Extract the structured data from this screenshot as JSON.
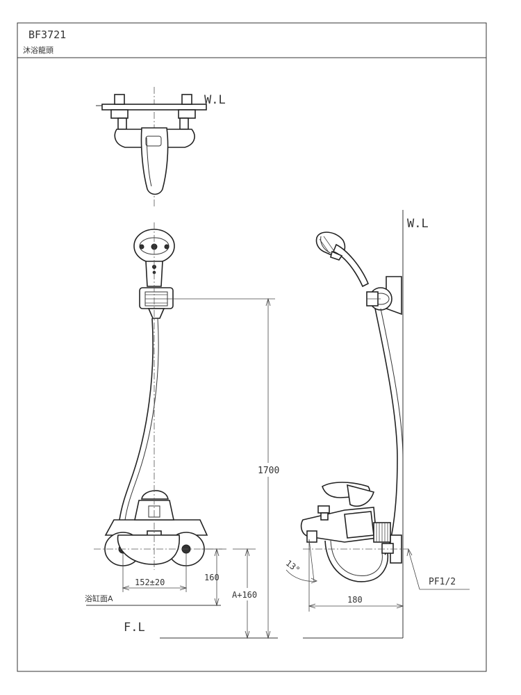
{
  "header": {
    "model": "BF3721",
    "subtitle": "沐浴龍頭"
  },
  "labels": {
    "wl_top": "W.L",
    "wl_side": "W.L",
    "fl": "F.L",
    "tub_surface": "浴缸面A",
    "pipe_thread": "PF1/2"
  },
  "dimensions": {
    "height_total": "1700",
    "spacing": "152±20",
    "spout_height": "160",
    "tub_offset": "A+160",
    "depth": "180",
    "angle": "13°"
  }
}
